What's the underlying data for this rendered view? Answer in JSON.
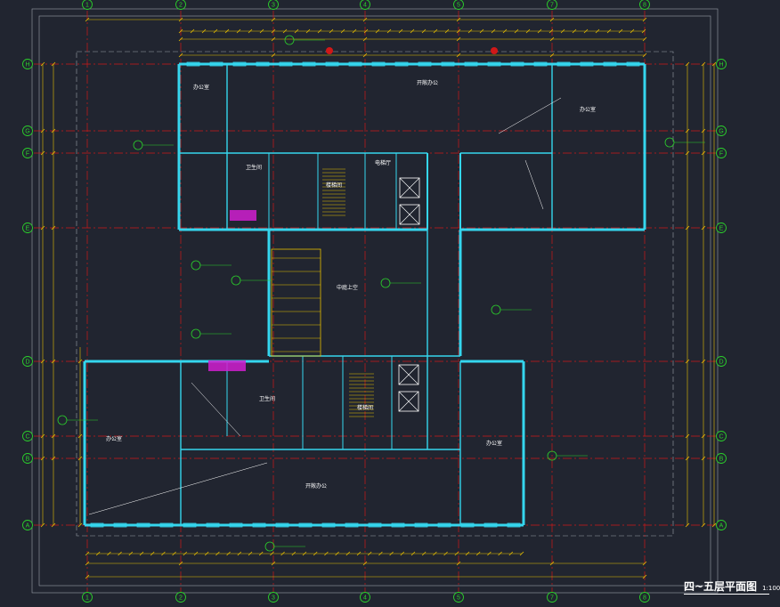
{
  "drawing": {
    "title": "四~五层平面图",
    "scale": "1:100"
  },
  "grid_axes": {
    "columns": [
      "1",
      "2",
      "3",
      "4",
      "5",
      "7",
      "8"
    ],
    "rows": [
      "H",
      "G",
      "F",
      "E",
      "D",
      "C",
      "B",
      "A"
    ]
  },
  "rooms": [
    {
      "id": "r1",
      "name": "办公室"
    },
    {
      "id": "r2",
      "name": "开敞办公"
    },
    {
      "id": "r3",
      "name": "办公室"
    },
    {
      "id": "r4",
      "name": "卫生间"
    },
    {
      "id": "r5",
      "name": "楼梯间"
    },
    {
      "id": "r6",
      "name": "电梯厅"
    },
    {
      "id": "r7",
      "name": "中庭上空"
    },
    {
      "id": "r8",
      "name": "办公室"
    },
    {
      "id": "r9",
      "name": "开敞办公"
    },
    {
      "id": "r10",
      "name": "办公室"
    },
    {
      "id": "r11",
      "name": "卫生间"
    },
    {
      "id": "r12",
      "name": "楼梯间"
    }
  ],
  "colors": {
    "background": "#212530",
    "grid_line": "#d01818",
    "wall": "#35d6ee",
    "dimension": "#e8c000",
    "annotation": "#2bd02b",
    "white_text": "#ffffff",
    "magenta": "#d01ed0",
    "border": "#9aa0aa"
  }
}
